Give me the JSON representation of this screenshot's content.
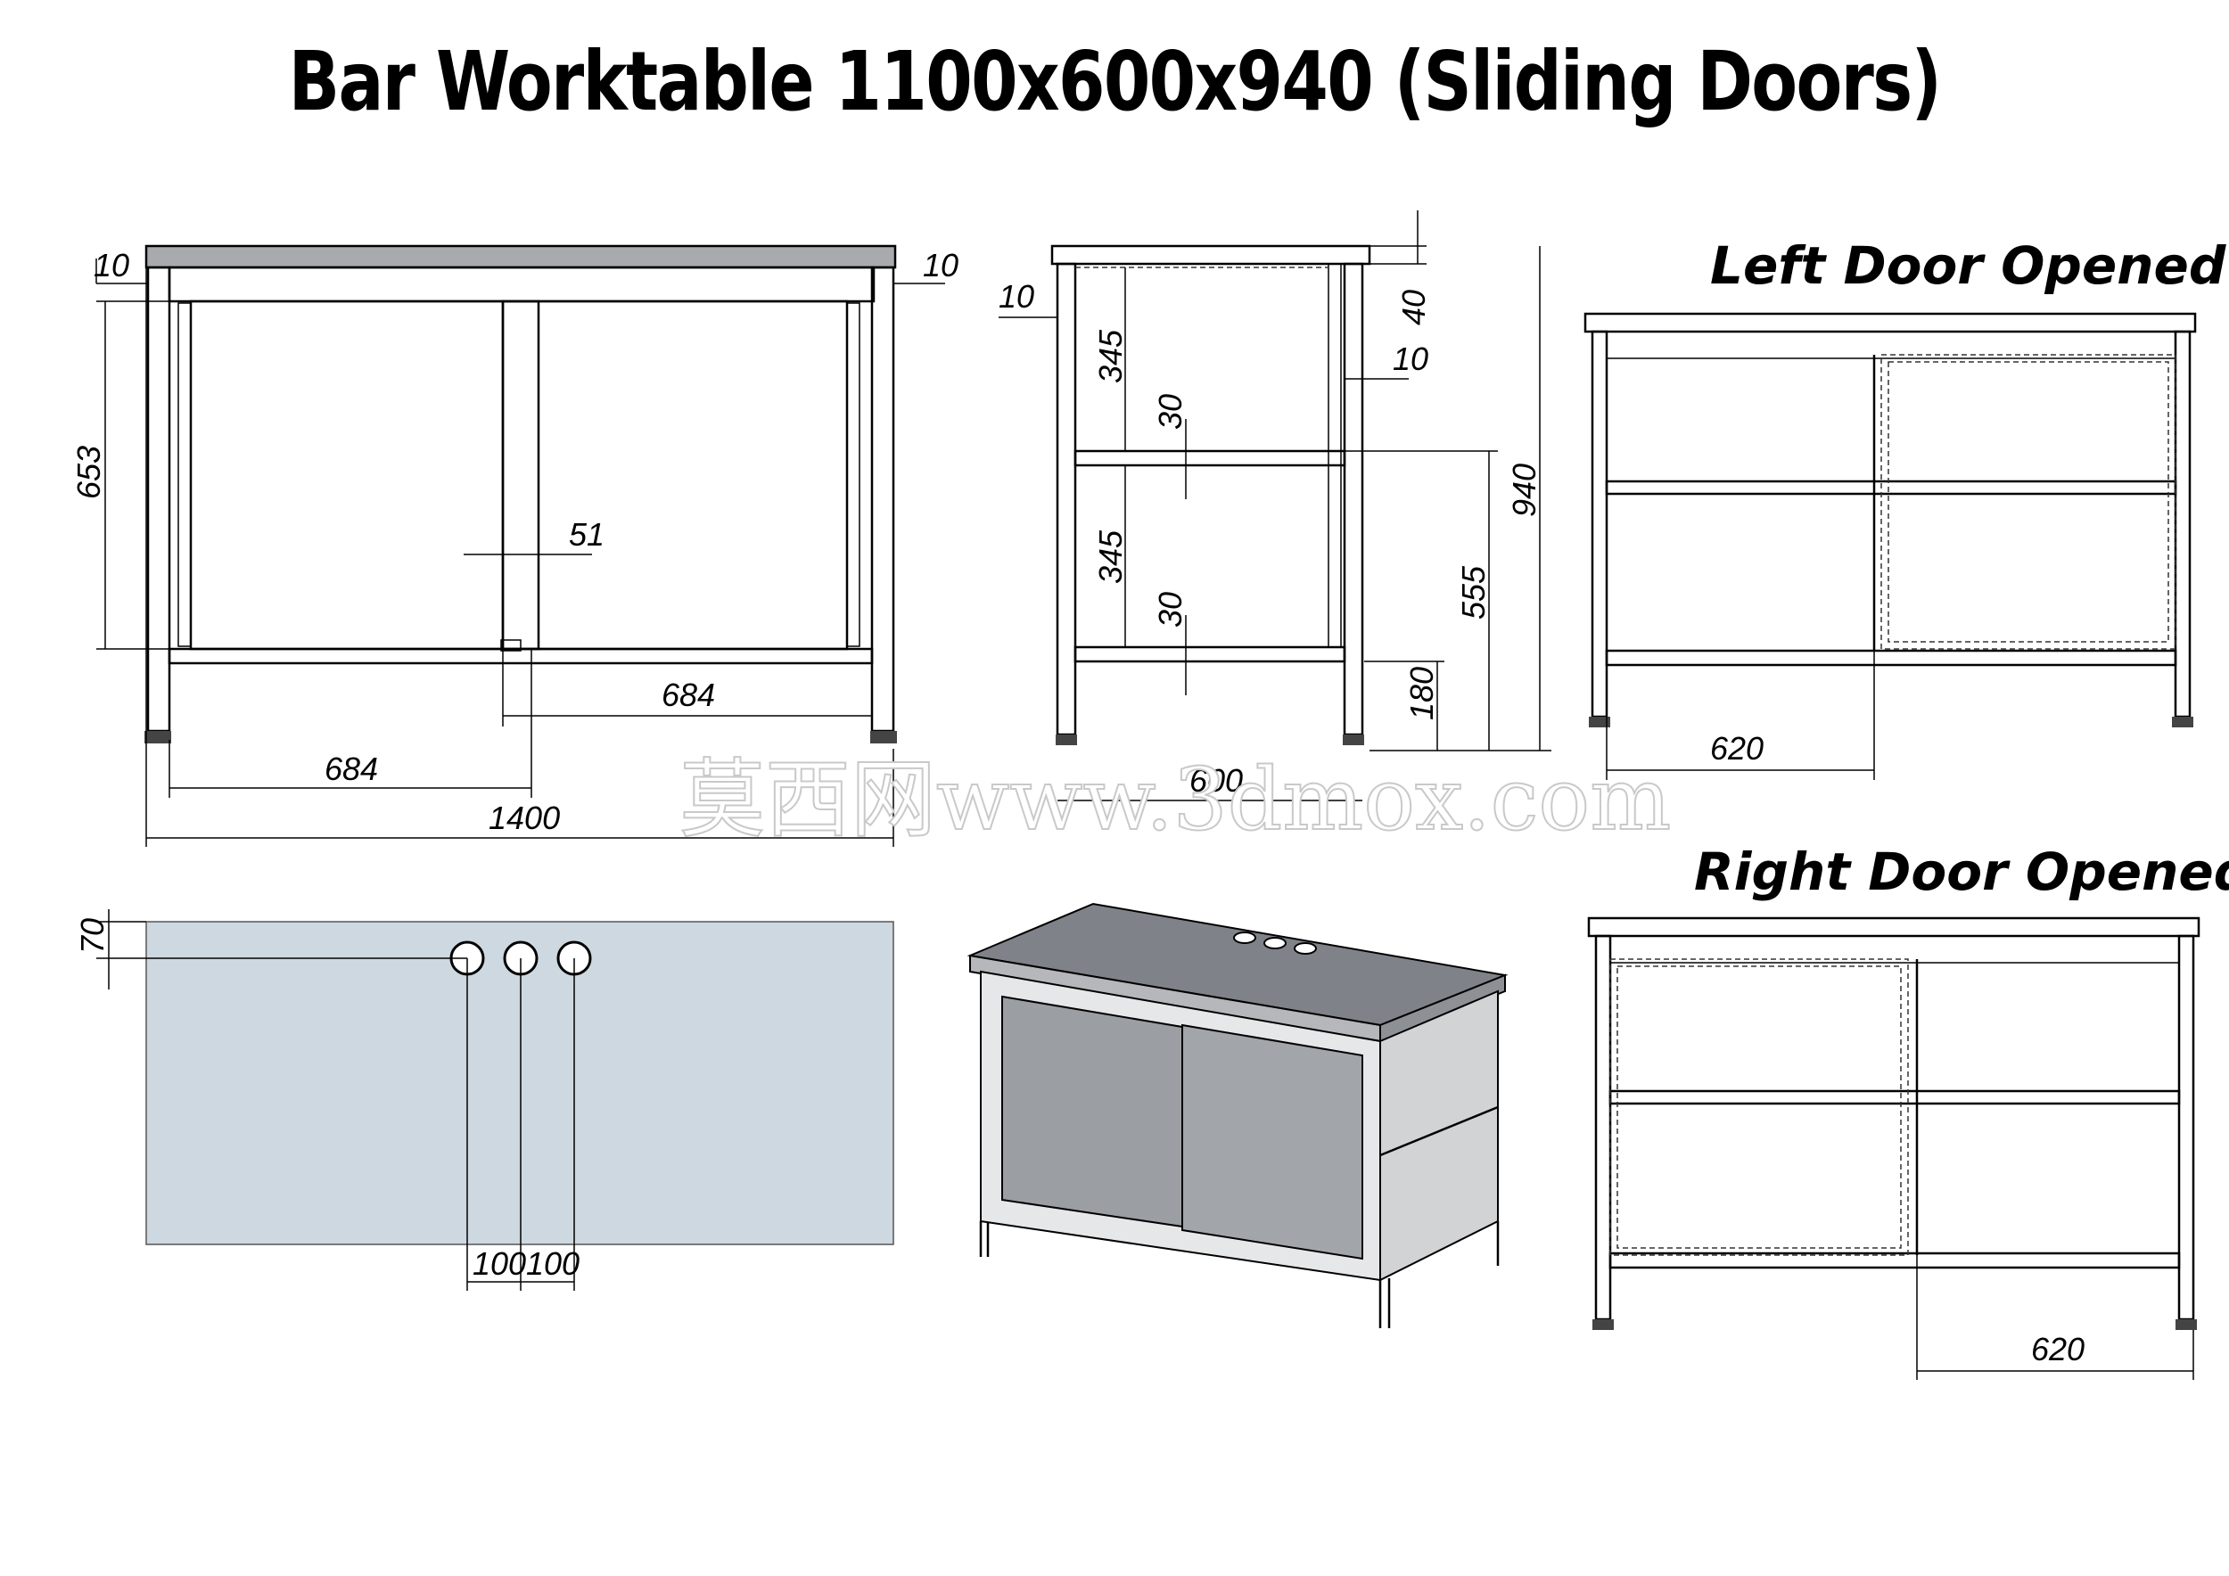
{
  "title": "Bar Worktable 1100x600x940 (Sliding Doors)",
  "views": {
    "front": {
      "dims": {
        "left_inset": "10",
        "right_inset": "10",
        "height_653": "653",
        "gap_51": "51",
        "door_right_684": "684",
        "door_left_684": "684",
        "width_1400": "1400"
      }
    },
    "side": {
      "dims": {
        "inset_10": "10",
        "top_40": "40",
        "gap_10": "10",
        "upper_345": "345",
        "upper_30": "30",
        "lower_345": "345",
        "lower_30": "30",
        "total_940": "940",
        "mid_555": "555",
        "bottom_180": "180",
        "depth_600": "600"
      }
    },
    "top": {
      "dims": {
        "offset_70": "70",
        "spacing_1": "100",
        "spacing_2": "100"
      }
    },
    "left_door": {
      "heading": "Left Door Opened",
      "dims": {
        "opening_620": "620"
      }
    },
    "right_door": {
      "heading": "Right Door Opened",
      "dims": {
        "opening_620": "620"
      }
    }
  },
  "watermark": "莫西网www.3dmox.com",
  "colors": {
    "top_surface": "#a8aaae",
    "plan_fill": "#ced8e0",
    "door_grey": "#9b9ea2"
  }
}
